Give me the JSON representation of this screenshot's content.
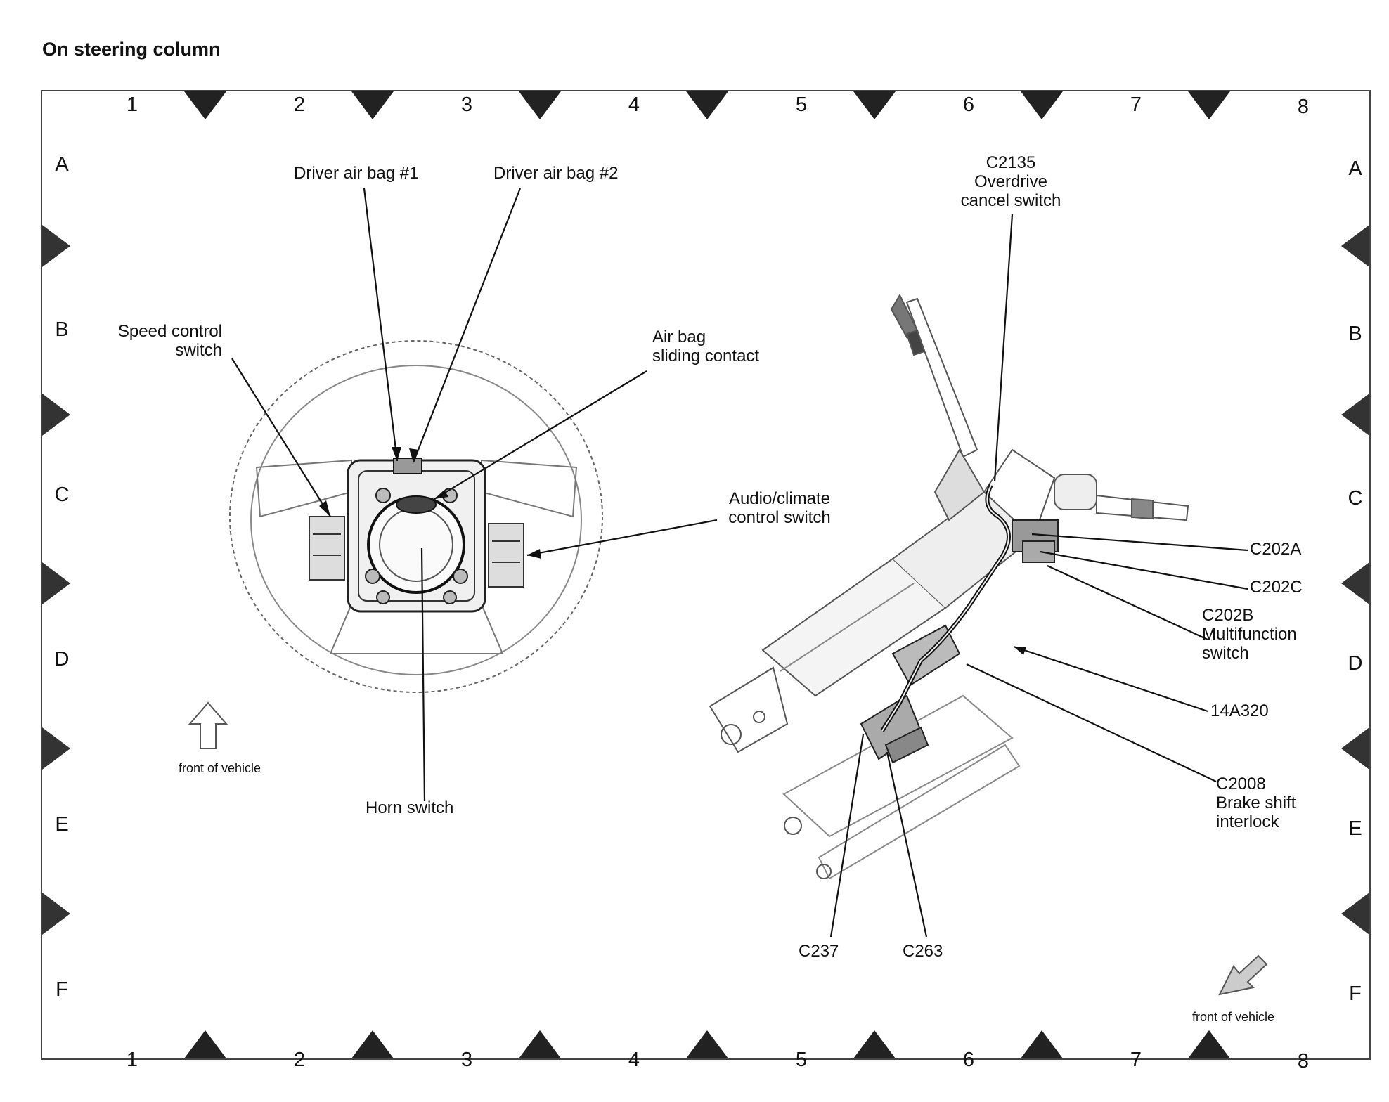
{
  "title": "On steering column",
  "grid": {
    "columns": [
      "1",
      "2",
      "3",
      "4",
      "5",
      "6",
      "7",
      "8"
    ],
    "rows": [
      "A",
      "B",
      "C",
      "D",
      "E",
      "F"
    ]
  },
  "labels": {
    "driver_air_bag_1": "Driver air bag #1",
    "driver_air_bag_2": "Driver air bag #2",
    "speed_control_line1": "Speed control",
    "speed_control_line2": "switch",
    "air_bag_contact_line1": "Air bag",
    "air_bag_contact_line2": "sliding contact",
    "audio_climate_line1": "Audio/climate",
    "audio_climate_line2": "control switch",
    "horn_switch": "Horn switch",
    "front_of_vehicle_left": "front of vehicle",
    "c2135_line1": "C2135",
    "c2135_line2": "Overdrive",
    "c2135_line3": "cancel switch",
    "c202a": "C202A",
    "c202c": "C202C",
    "c202b_line1": "C202B",
    "c202b_line2": "Multifunction",
    "c202b_line3": "switch",
    "harness_14a320": "14A320",
    "c2008_line1": "C2008",
    "c2008_line2": "Brake shift",
    "c2008_line3": "interlock",
    "c237": "C237",
    "c263": "C263",
    "front_of_vehicle_right": "front of vehicle"
  }
}
